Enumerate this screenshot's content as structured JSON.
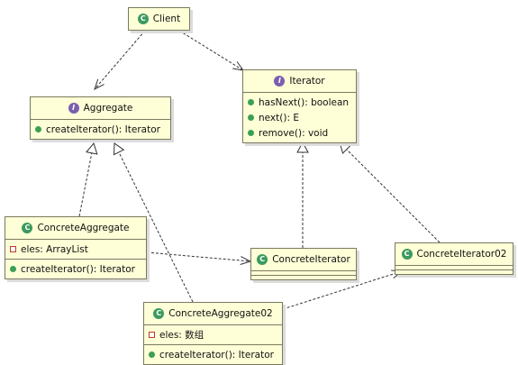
{
  "colors": {
    "box_fill": "#fefed7",
    "box_border": "#7a7a5e",
    "edge": "#333333",
    "class_badge": "#3c9a5f",
    "interface_badge": "#7a5fb0",
    "public_marker": "#3aa055",
    "private_marker": "#c0392b"
  },
  "nodes": {
    "client": {
      "name": "Client",
      "kind": "class",
      "badge": "C"
    },
    "aggregate": {
      "name": "Aggregate",
      "kind": "interface",
      "badge": "I",
      "methods": [
        "createIterator(): Iterator"
      ]
    },
    "iterator": {
      "name": "Iterator",
      "kind": "interface",
      "badge": "I",
      "methods": [
        "hasNext(): boolean",
        "next(): E",
        "remove(): void"
      ]
    },
    "concrete_aggregate": {
      "name": "ConcreteAggregate",
      "kind": "class",
      "badge": "C",
      "fields": [
        "eles: ArrayList"
      ],
      "methods": [
        "createIterator(): Iterator"
      ]
    },
    "concrete_iterator": {
      "name": "ConcreteIterator",
      "kind": "class",
      "badge": "C"
    },
    "concrete_iterator02": {
      "name": "ConcreteIterator02",
      "kind": "class",
      "badge": "C"
    },
    "concrete_aggregate02": {
      "name": "ConcreteAggregate02",
      "kind": "class",
      "badge": "C",
      "fields": [
        "eles: 数组"
      ],
      "methods": [
        "createIterator(): Iterator"
      ]
    }
  },
  "edges": [
    {
      "from": "client",
      "to": "aggregate",
      "type": "dependency"
    },
    {
      "from": "client",
      "to": "iterator",
      "type": "dependency"
    },
    {
      "from": "concrete_aggregate",
      "to": "aggregate",
      "type": "realization"
    },
    {
      "from": "concrete_aggregate02",
      "to": "aggregate",
      "type": "realization"
    },
    {
      "from": "concrete_iterator",
      "to": "iterator",
      "type": "realization"
    },
    {
      "from": "concrete_iterator02",
      "to": "iterator",
      "type": "realization"
    },
    {
      "from": "concrete_aggregate",
      "to": "concrete_iterator",
      "type": "dependency"
    },
    {
      "from": "concrete_aggregate02",
      "to": "concrete_iterator02",
      "type": "dependency"
    }
  ]
}
